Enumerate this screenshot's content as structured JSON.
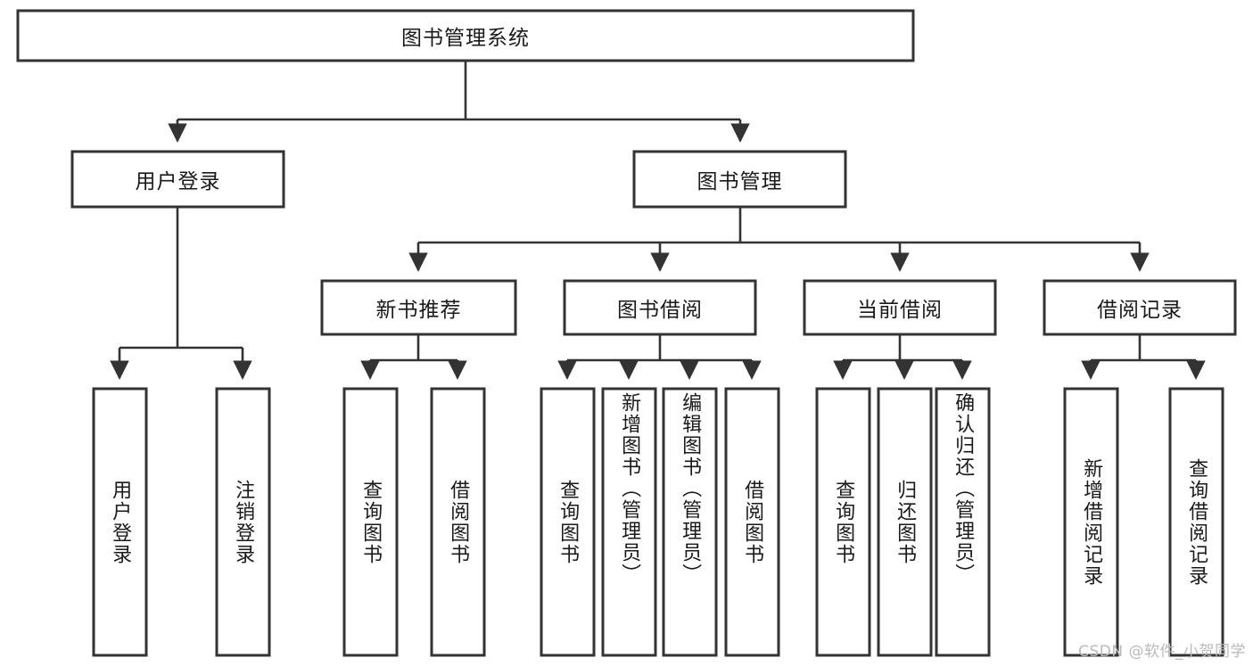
{
  "diagram": {
    "title": "图书管理系统",
    "type": "tree-hierarchy-diagram",
    "watermark": "CSDN @软件_小贺同学",
    "colors": {
      "stroke": "#333333",
      "fill": "#ffffff",
      "text": "#1a1a1a",
      "watermark": "#b9b9b9"
    },
    "root": {
      "label": "图书管理系统"
    },
    "level2": [
      {
        "label": "用户登录"
      },
      {
        "label": "图书管理"
      }
    ],
    "level3": [
      {
        "label": "新书推荐"
      },
      {
        "label": "图书借阅"
      },
      {
        "label": "当前借阅"
      },
      {
        "label": "借阅记录"
      }
    ],
    "leaves": {
      "user_login": [
        {
          "label": "用户登录"
        },
        {
          "label": "注销登录"
        }
      ],
      "new_book_recommend": [
        {
          "label": "查询图书"
        },
        {
          "label": "借阅图书"
        }
      ],
      "book_borrow": [
        {
          "label": "查询图书"
        },
        {
          "label": "新增图书（管理员）"
        },
        {
          "label": "编辑图书（管理员）"
        },
        {
          "label": "借阅图书"
        }
      ],
      "current_borrow": [
        {
          "label": "查询图书"
        },
        {
          "label": "归还图书"
        },
        {
          "label": "确认归还（管理员）"
        }
      ],
      "borrow_record": [
        {
          "label": "新增借阅记录"
        },
        {
          "label": "查询借阅记录"
        }
      ]
    }
  }
}
